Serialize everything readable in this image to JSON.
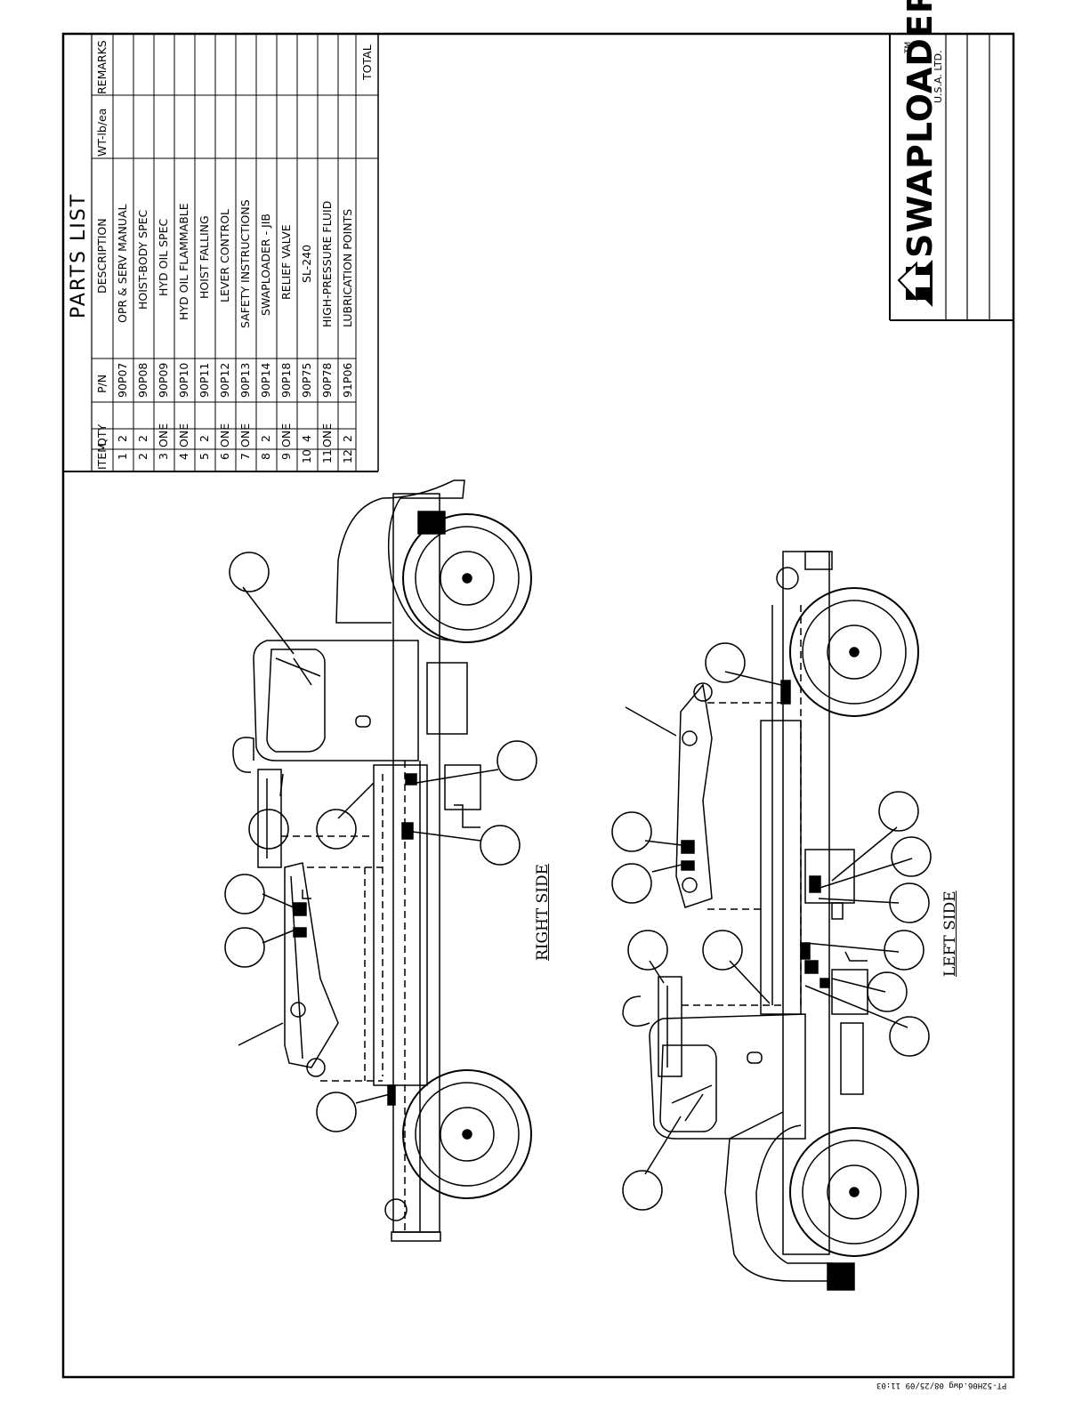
{
  "parts_list": {
    "title": "PARTS LIST",
    "headers": {
      "item": "ITEM",
      "qty": "QTY",
      "pn": "P/N",
      "description": "DESCRIPTION",
      "weight": "WT-lb/ea",
      "remarks": "REMARKS"
    },
    "rows": [
      {
        "item": "1",
        "qty": "2",
        "pn": "90P07",
        "description": "OPR & SERV MANUAL"
      },
      {
        "item": "2",
        "qty": "2",
        "pn": "90P08",
        "description": "HOIST-BODY SPEC"
      },
      {
        "item": "3",
        "qty": "ONE",
        "pn": "90P09",
        "description": "HYD OIL SPEC"
      },
      {
        "item": "4",
        "qty": "ONE",
        "pn": "90P10",
        "description": "HYD OIL FLAMMABLE"
      },
      {
        "item": "5",
        "qty": "2",
        "pn": "90P11",
        "description": "HOIST FALLING"
      },
      {
        "item": "6",
        "qty": "ONE",
        "pn": "90P12",
        "description": "LEVER CONTROL"
      },
      {
        "item": "7",
        "qty": "ONE",
        "pn": "90P13",
        "description": "SAFETY INSTRUCTIONS"
      },
      {
        "item": "8",
        "qty": "2",
        "pn": "90P14",
        "description": "SWAPLOADER - JIB"
      },
      {
        "item": "9",
        "qty": "ONE",
        "pn": "90P18",
        "description": "RELIEF VALVE"
      },
      {
        "item": "10",
        "qty": "4",
        "pn": "90P75",
        "description": "SL-240"
      },
      {
        "item": "11",
        "qty": "ONE",
        "pn": "90P78",
        "description": "HIGH-PRESSURE FLUID"
      },
      {
        "item": "12",
        "qty": "2",
        "pn": "91P06",
        "description": "LUBRICATION POINTS"
      }
    ],
    "total_label": "TOTAL"
  },
  "views": {
    "right": "RIGHT SIDE",
    "left": "LEFT SIDE"
  },
  "title_block": {
    "logo": "SWAPLOADER",
    "trademark": "TM",
    "sub": "U.S.A. LTD."
  },
  "file_label": "PT-52H06.dwg  08/25/09 11:03"
}
